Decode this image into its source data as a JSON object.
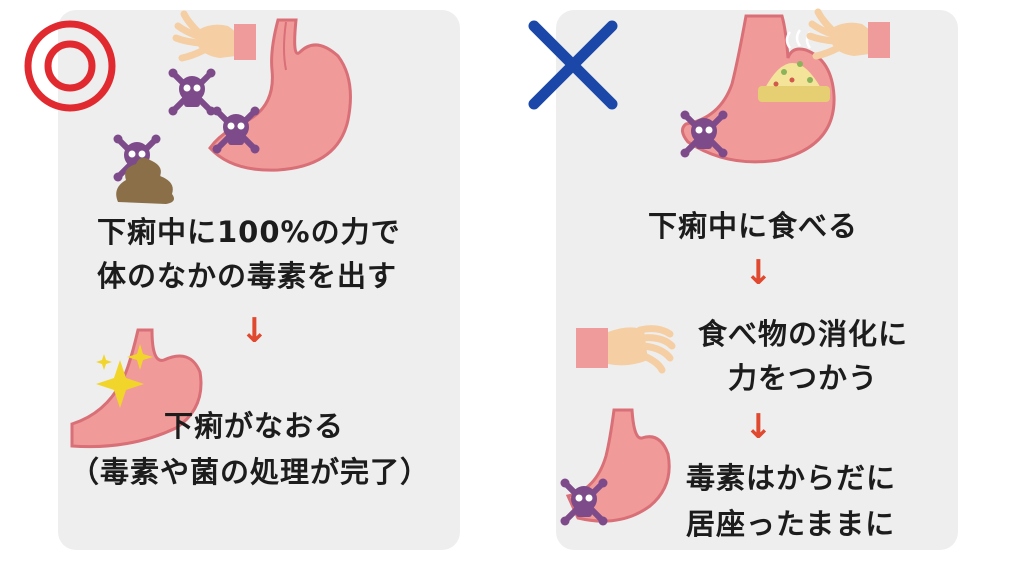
{
  "left": {
    "symbol": "◎",
    "symbol_color": "#e02a30",
    "line1": "下痢中に100%の力で",
    "line2": "体のなかの毒素を出す",
    "arrow": "↓",
    "result1": "下痢がなおる",
    "result2": "（毒素や菌の処理が完了）"
  },
  "right": {
    "symbol_color": "#1b48a8",
    "line1": "下痢中に食べる",
    "arrow1": "↓",
    "line2": "食べ物の消化に",
    "line3": "力をつかう",
    "arrow2": "↓",
    "line4": "毒素はからだに",
    "line5": "居座ったままに"
  },
  "colors": {
    "stomach": "#f19a9a",
    "stomach_dark": "#d96f77",
    "skull": "#7d4a8a",
    "hand": "#f5cfa3",
    "sleeve": "#ef9a9b",
    "poop": "#8a6f49",
    "sparkle": "#f2d52a",
    "arrow": "#e0492f",
    "panel": "#eeeeee"
  }
}
